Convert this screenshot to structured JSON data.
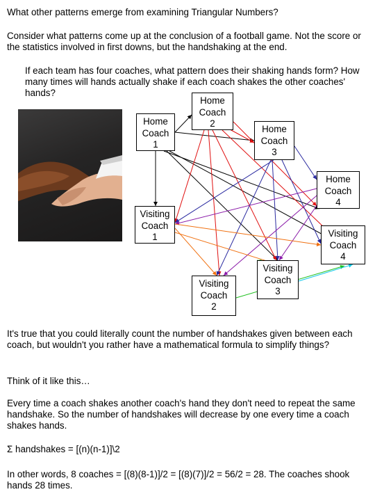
{
  "intro": "What other patterns emerge from examining Triangular Numbers?",
  "para1": "Consider what patterns come up at the conclusion of a football game.  Not the score or the statistics involved in first downs, but the handshaking at the end.",
  "question": "If each team has four coaches, what pattern does their shaking hands form? How many times will hands actually shake if each coach shakes the other coaches' hands?",
  "coaches": [
    {
      "line1": "Home",
      "line2": "Coach",
      "num": "1"
    },
    {
      "line1": "Home",
      "line2": "Coach",
      "num": "2"
    },
    {
      "line1": "Home",
      "line2": "Coach",
      "num": "3"
    },
    {
      "line1": "Home",
      "line2": "Coach",
      "num": "4"
    },
    {
      "line1": "Visiting",
      "line2": "Coach",
      "num": "1"
    },
    {
      "line1": "Visiting",
      "line2": "Coach",
      "num": "2"
    },
    {
      "line1": "Visiting",
      "line2": "Coach",
      "num": "3"
    },
    {
      "line1": "Visiting",
      "line2": "Coach",
      "num": "4"
    }
  ],
  "colors": {
    "black": "#000000",
    "red": "#e01010",
    "navy": "#2a2aa0",
    "purple": "#8a1aa8",
    "orange": "#f07010",
    "green": "#20c020",
    "cyan": "#10c8e8"
  },
  "photo_icon": "handshake-photo",
  "para2": "It's true that you could literally count the number of handshakes given between each coach, but wouldn't you rather have a mathematical formula to simplify things?",
  "para3": "Think of it like this…",
  "para4": "Every time a coach shakes another coach's hand they don't need to repeat the same handshake.  So the number of handshakes will decrease by one every time a coach shakes hands.",
  "formula": "Σ handshakes = [(n)(n-1)]\\2",
  "para5": "In other words, 8 coaches = [(8)(8-1)]/2 = [(8)(7)]/2 = 56/2 = 28.  The coaches shook hands 28 times."
}
